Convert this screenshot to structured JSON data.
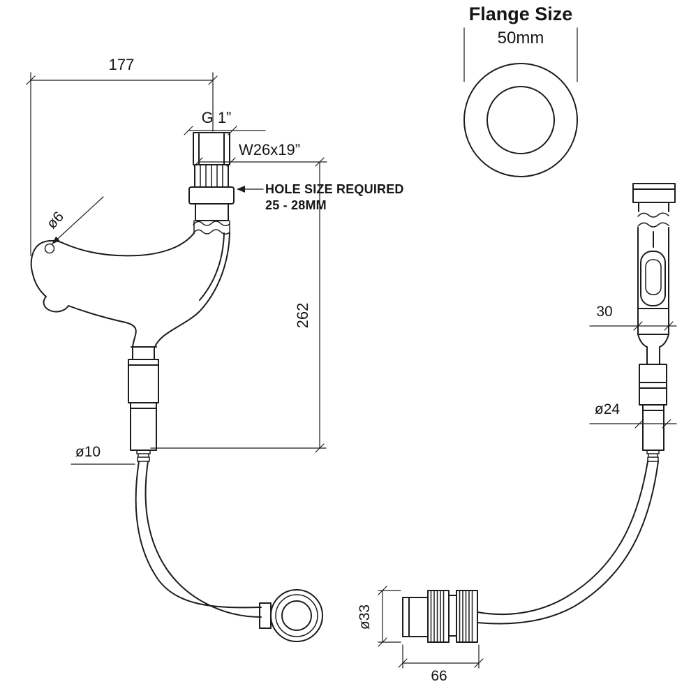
{
  "colors": {
    "line": "#1c1c1c",
    "background": "#ffffff"
  },
  "flange": {
    "title": "Flange Size",
    "diameter": "50mm"
  },
  "left_view": {
    "width": "177",
    "inlet_thread": "G 1”",
    "collar_thread": "W26x19”",
    "hole_note_line1": "HOLE SIZE REQUIRED",
    "hole_note_line2": "25 - 28MM",
    "nozzle_hole_diameter": "ø6",
    "height": "262",
    "hose_diameter": "ø10"
  },
  "right_view": {
    "body_width": "30",
    "body_diameter": "ø24"
  },
  "connector_view": {
    "diameter": "ø33",
    "length": "66"
  }
}
